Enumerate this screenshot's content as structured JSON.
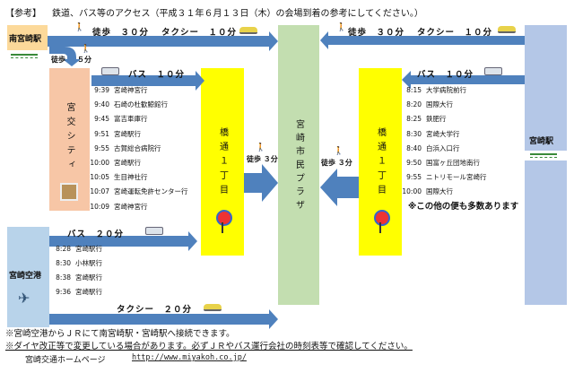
{
  "header": {
    "tag": "【参考】",
    "text": "鉄道、バス等のアクセス（平成３１年６月１３日（木）の会場到着の参考にしてください。）"
  },
  "stations": {
    "minami_miyazaki": "南宮崎駅",
    "miyako_city": "宮交シティ",
    "miyazaki": "宮崎駅",
    "airport": "宮崎空港",
    "plaza": "宮崎市民プラザ",
    "stop_left": "橋通１丁目",
    "stop_right": "橋通１丁目"
  },
  "routes": {
    "top_left": {
      "walk": "徒歩　３０分",
      "taxi": "タクシー　１０分"
    },
    "top_right": {
      "walk": "徒歩　３０分",
      "taxi": "タクシー　１０分"
    },
    "transfer": {
      "walk": "徒歩",
      "time": "５分"
    },
    "bus_left": "バス　１０分",
    "bus_right": "バス　１０分",
    "walk_left": "徒歩 ３分",
    "walk_right": "徒歩 ３分",
    "bus_airport": "バス　２０分",
    "taxi_airport": "タクシー　２０分"
  },
  "schedule_left": [
    {
      "time": "9:39",
      "dest": "宮崎神宮行"
    },
    {
      "time": "9:40",
      "dest": "石崎の杜歓鯨館行"
    },
    {
      "time": "9:45",
      "dest": "富吉車庫行"
    },
    {
      "time": "9:51",
      "dest": "宮崎駅行"
    },
    {
      "time": "9:55",
      "dest": "古賀総合病院行"
    },
    {
      "time": "10:00",
      "dest": "宮崎駅行"
    },
    {
      "time": "10:05",
      "dest": "生目神社行"
    },
    {
      "time": "10:07",
      "dest": "宮崎運転免許センター行"
    },
    {
      "time": "10:09",
      "dest": "宮崎神宮行"
    }
  ],
  "schedule_right": [
    {
      "time": "8:15",
      "dest": "大学病院前行"
    },
    {
      "time": "8:20",
      "dest": "国際大行"
    },
    {
      "time": "8:25",
      "dest": "鉄肥行"
    },
    {
      "time": "8:30",
      "dest": "宮崎大学行"
    },
    {
      "time": "8:40",
      "dest": "白浜入口行"
    },
    {
      "time": "9:50",
      "dest": "国富ヶ丘団地南行"
    },
    {
      "time": "9:55",
      "dest": "ニトリモール宮崎行"
    },
    {
      "time": "10:00",
      "dest": "国際大行"
    }
  ],
  "schedule_right_note": "※この他の便も多数あります",
  "schedule_airport": [
    {
      "time": "8:28",
      "dest": "宮崎駅行"
    },
    {
      "time": "8:30",
      "dest": "小林駅行"
    },
    {
      "time": "8:38",
      "dest": "宮崎駅行"
    },
    {
      "time": "9:36",
      "dest": "宮崎駅行"
    }
  ],
  "notes": [
    "※宮崎空港からＪＲにて南宮崎駅・宮崎駅へ接続できます。",
    "※ダイヤ改正等で変更している場合があります。必ずＪＲやバス運行会社の時刻表等で確認してください。"
  ],
  "homepage": {
    "label": "宮崎交通ホームページ",
    "url": "http://www.miyakoh.co.jp/"
  },
  "colors": {
    "arrow": "#4f81bd",
    "plaza": "#c3deb0",
    "stop": "#ffff00",
    "miyako": "#f7c6a6",
    "minami": "#fcd99a",
    "miyazaki": "#b4c7e7",
    "airport": "#b8d3ea"
  }
}
